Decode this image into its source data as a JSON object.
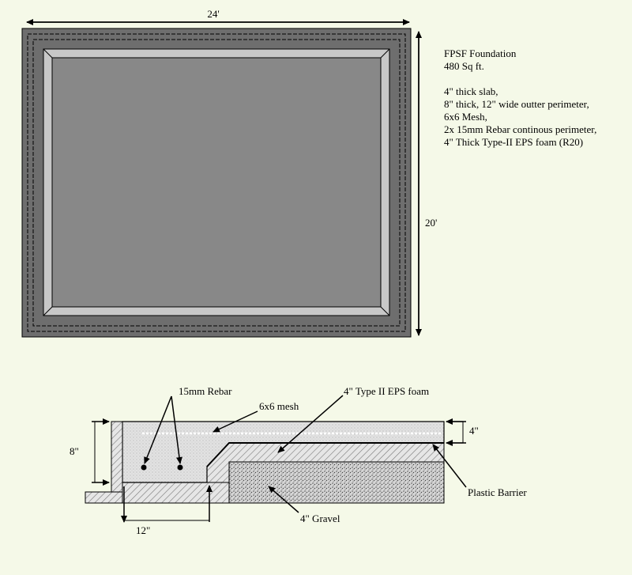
{
  "plan": {
    "width_label": "24'",
    "height_label": "20'"
  },
  "notes": {
    "title": "FPSF Foundation",
    "area": "480 Sq ft.",
    "specs": [
      "4\" thick slab,",
      "8\" thick, 12\" wide outter perimeter,",
      "6x6 Mesh,",
      "2x 15mm Rebar continous perimeter,",
      "4\" Thick Type-II EPS foam (R20)"
    ]
  },
  "section": {
    "labels": {
      "rebar": "15mm Rebar",
      "mesh": "6x6 mesh",
      "eps": "4\" Type II EPS foam",
      "slab_thickness": "4\"",
      "edge_depth": "8\"",
      "barrier": "Plastic Barrier",
      "edge_width": "12\"",
      "gravel": "4\" Gravel"
    }
  },
  "colors": {
    "background": "#f5f9e8",
    "slab_outer": "#6e6e6e",
    "slab_inner": "#888888",
    "bevel": "#c8c8c8"
  }
}
